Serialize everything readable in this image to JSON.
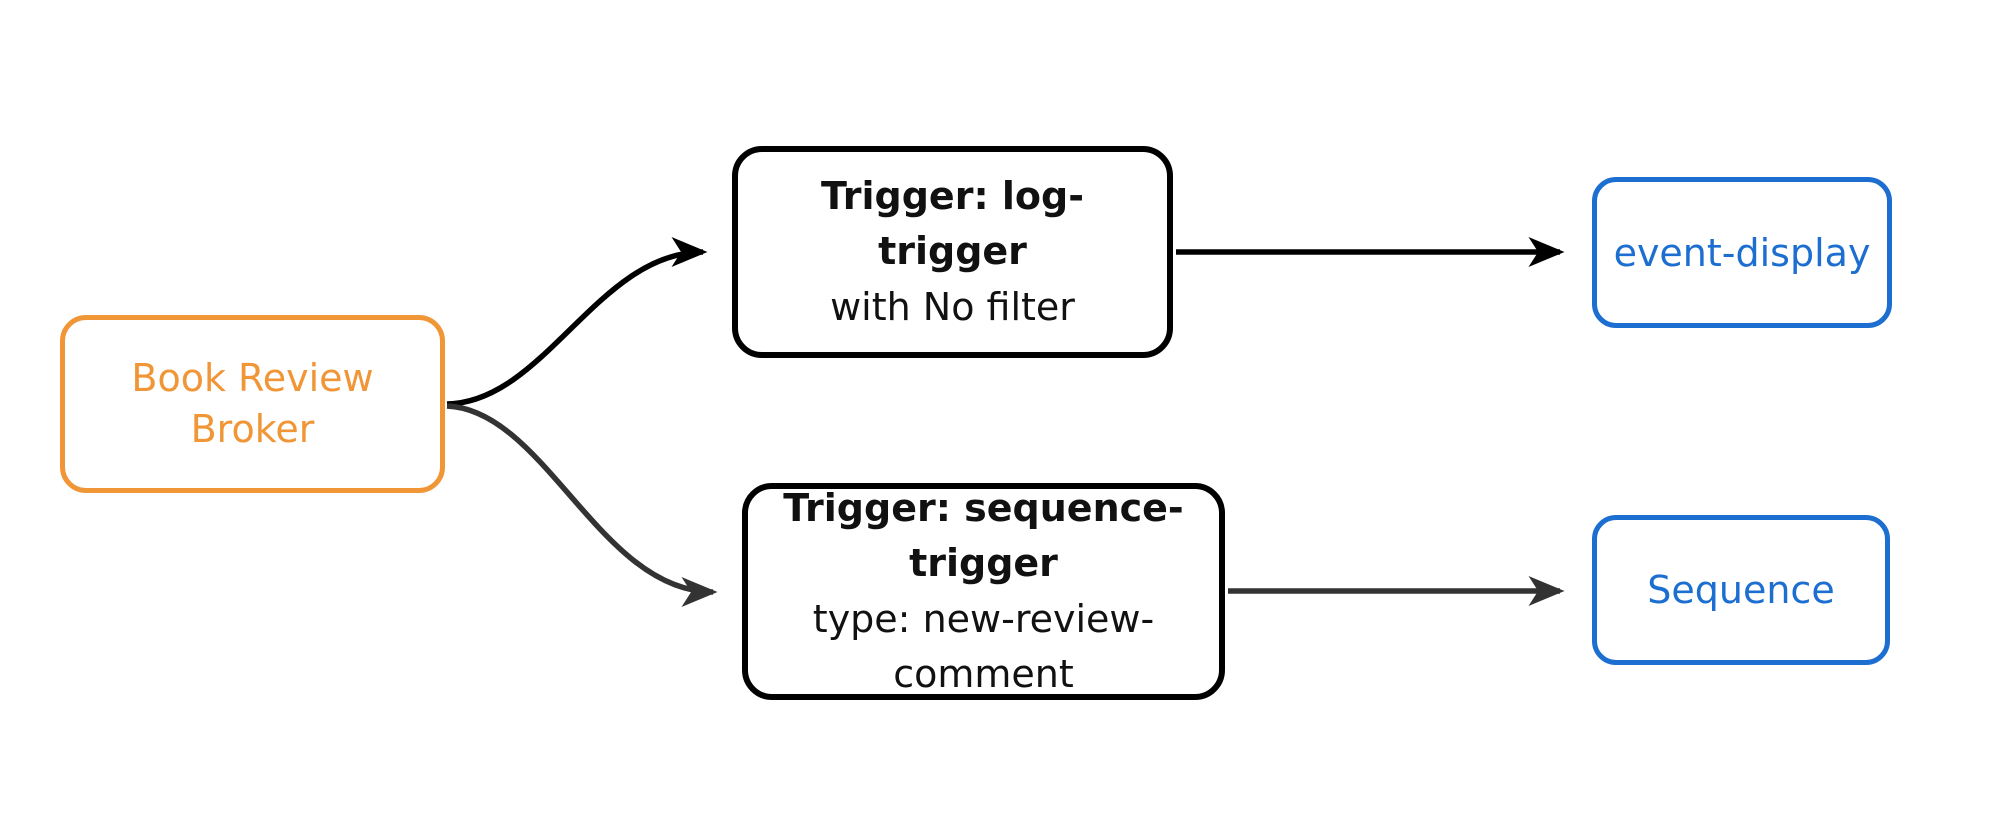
{
  "colors": {
    "background": "#ffffff",
    "edge-primary": "#000000",
    "edge-secondary": "#333333",
    "broker-accent": "#F09637",
    "sink-accent": "#1C6ED0",
    "trigger-border": "#000000",
    "trigger-text": "#111111"
  },
  "nodes": {
    "broker": {
      "label": "Book Review Broker"
    },
    "log_trigger": {
      "title": "Trigger: log-trigger",
      "subtitle": "with No filter"
    },
    "sequence_trigger": {
      "title": "Trigger: sequence-trigger",
      "subtitle": "type: new-review-comment"
    },
    "event_display": {
      "label": "event-display"
    },
    "sequence": {
      "label": "Sequence"
    }
  },
  "edges": [
    {
      "from": "Book Review Broker",
      "to": "Trigger: log-trigger",
      "style": "primary"
    },
    {
      "from": "Trigger: log-trigger",
      "to": "event-display",
      "style": "primary"
    },
    {
      "from": "Book Review Broker",
      "to": "Trigger: sequence-trigger",
      "style": "secondary"
    },
    {
      "from": "Trigger: sequence-trigger",
      "to": "Sequence",
      "style": "secondary"
    }
  ]
}
